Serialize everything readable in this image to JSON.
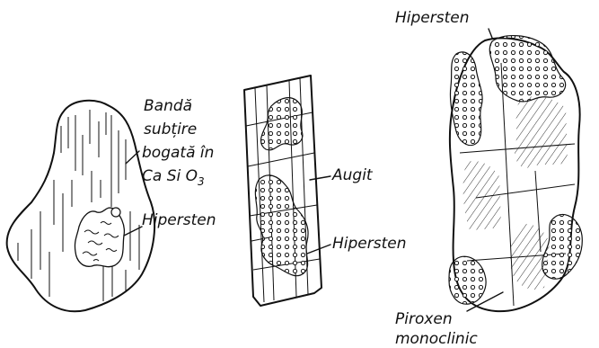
{
  "labels": {
    "band_line1": "Bandă",
    "band_line2": "subțire",
    "band_line3": "bogată în",
    "band_line4": "Ca Si O",
    "band_sub": "3",
    "hipersten_left": "Hipersten",
    "augit": "Augit",
    "hipersten_middle": "Hipersten",
    "hipersten_top": "Hipersten",
    "piroxen_line1": "Piroxen",
    "piroxen_line2": "monoclinic"
  }
}
